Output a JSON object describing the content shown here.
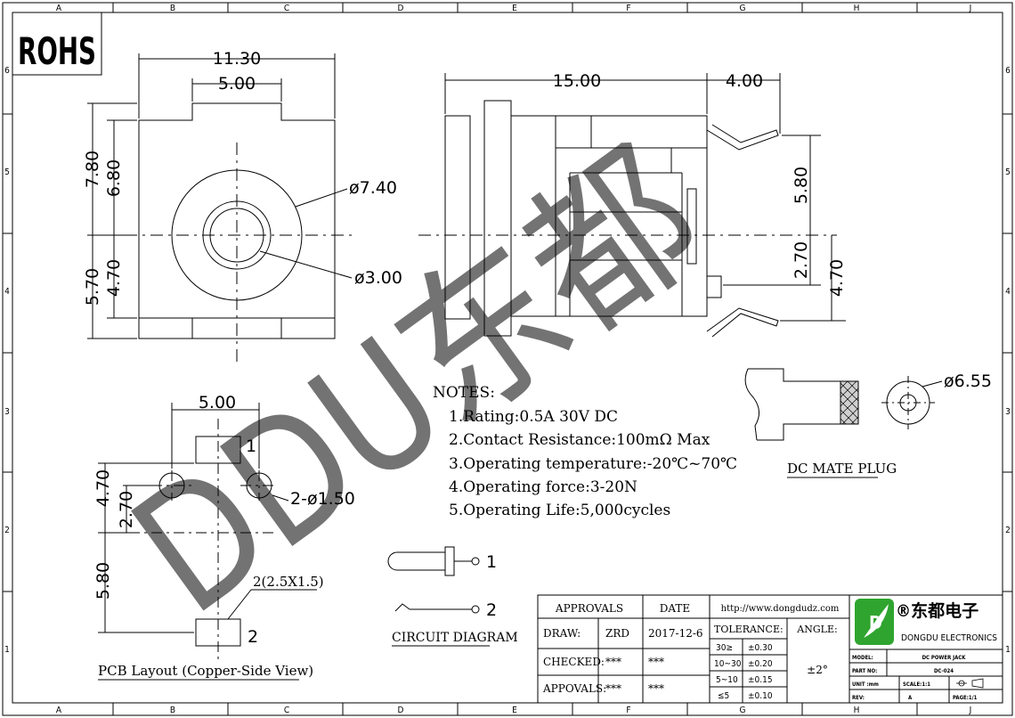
{
  "rohs": "ROHS",
  "grid": {
    "cols": [
      "A",
      "B",
      "C",
      "D",
      "E",
      "F",
      "G",
      "H",
      "J"
    ],
    "rows": [
      "6",
      "5",
      "4",
      "3",
      "2",
      "1"
    ]
  },
  "watermark": "DDU东都",
  "front_view": {
    "width": "11.30",
    "tab": "5.00",
    "h_top_outer": "7.80",
    "h_top_inner": "6.80",
    "h_bot_outer": "5.70",
    "h_bot_inner": "4.70",
    "dia_outer": "ø7.40",
    "dia_inner": "ø3.00"
  },
  "side_view": {
    "length": "15.00",
    "pin_len": "4.00",
    "dim_580": "5.80",
    "dim_270": "2.70",
    "dim_470": "4.70"
  },
  "notes": {
    "title": "NOTES:",
    "items": [
      "1.Rating:0.5A 30V DC",
      "2.Contact Resistance:100mΩ Max",
      "3.Operating temperature:-20℃~70℃",
      "4.Operating force:3-20N",
      "5.Operating Life:5,000cycles"
    ]
  },
  "mate_plug": {
    "dia": "ø6.55",
    "label": "DC MATE PLUG"
  },
  "pcb": {
    "spacing": "5.00",
    "pad1": "1",
    "pad2": "2",
    "dim_470": "4.70",
    "dim_270": "2.70",
    "dim_580": "5.80",
    "holes": "2-ø1.50",
    "pad_size": "2(2.5X1.5)",
    "label": "PCB Layout (Copper-Side View)"
  },
  "circuit": {
    "pin1": "1",
    "pin2": "2",
    "label": "CIRCUIT DIAGRAM"
  },
  "title_block": {
    "approvals": "APPROVALS",
    "date": "DATE",
    "draw": "DRAW:",
    "draw_name": "ZRD",
    "draw_date": "2017-12-6",
    "checked": "CHECKED:",
    "checked_name": "***",
    "checked_date": "***",
    "appovals": "APPOVALS:",
    "appovals_name": "***",
    "appovals_date": "***",
    "url": "http://www.dongdudz.com",
    "tolerance": "TOLERANCE:",
    "angle": "ANGLE:",
    "angle_value": "±2°",
    "tol_rows": [
      [
        "30≥",
        "±0.30"
      ],
      [
        "10~30",
        "±0.20"
      ],
      [
        "5~10",
        "±0.15"
      ],
      [
        "≤5",
        "±0.10"
      ]
    ],
    "company_cn": "®东都电子",
    "company_en": "DONGDU ELECTRONICS",
    "model_label": "MODEL:",
    "model_value": "DC POWER JACK",
    "part_label": "PART NO:",
    "part_value": "DC-024",
    "unit_label": "UNIT :mm",
    "scale_label": "SCALE:1:1",
    "rev_label": "REV:",
    "rev_value": "A",
    "page_label": "PAGE:1/1",
    "logo_letter": "D",
    "brand_color": "#2fa52f"
  }
}
